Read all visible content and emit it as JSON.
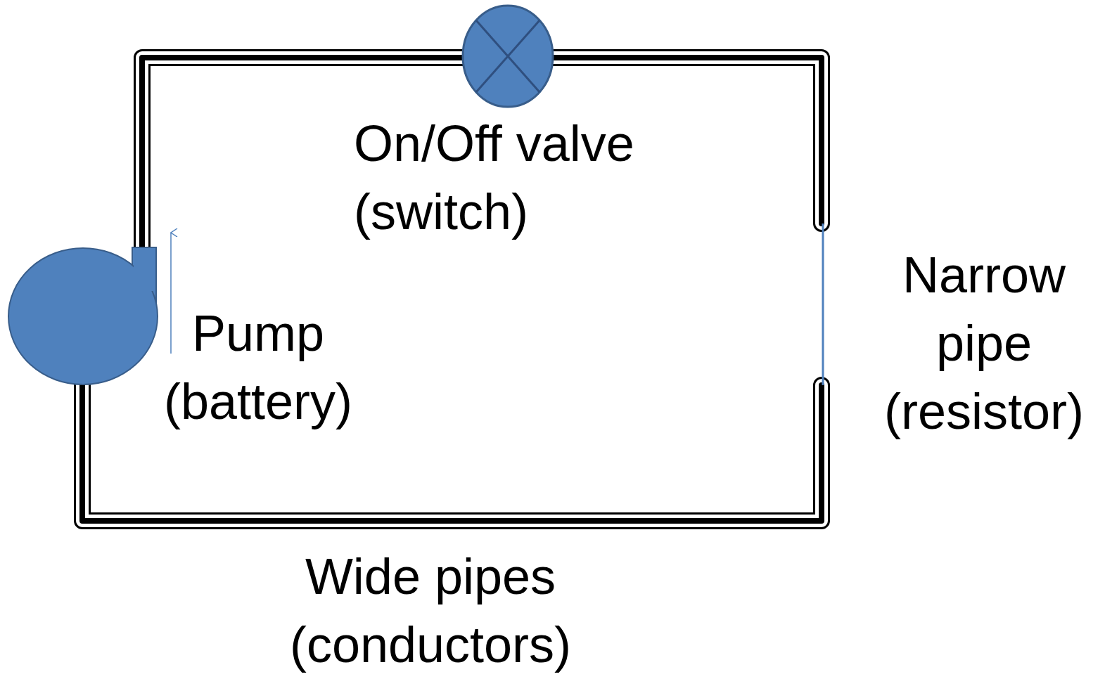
{
  "diagram": {
    "labels": [
      "On/Off valve (switch)",
      "Pump (battery)",
      "Narrow pipe (resistor)",
      "Wide pipes (conductors)"
    ]
  }
}
